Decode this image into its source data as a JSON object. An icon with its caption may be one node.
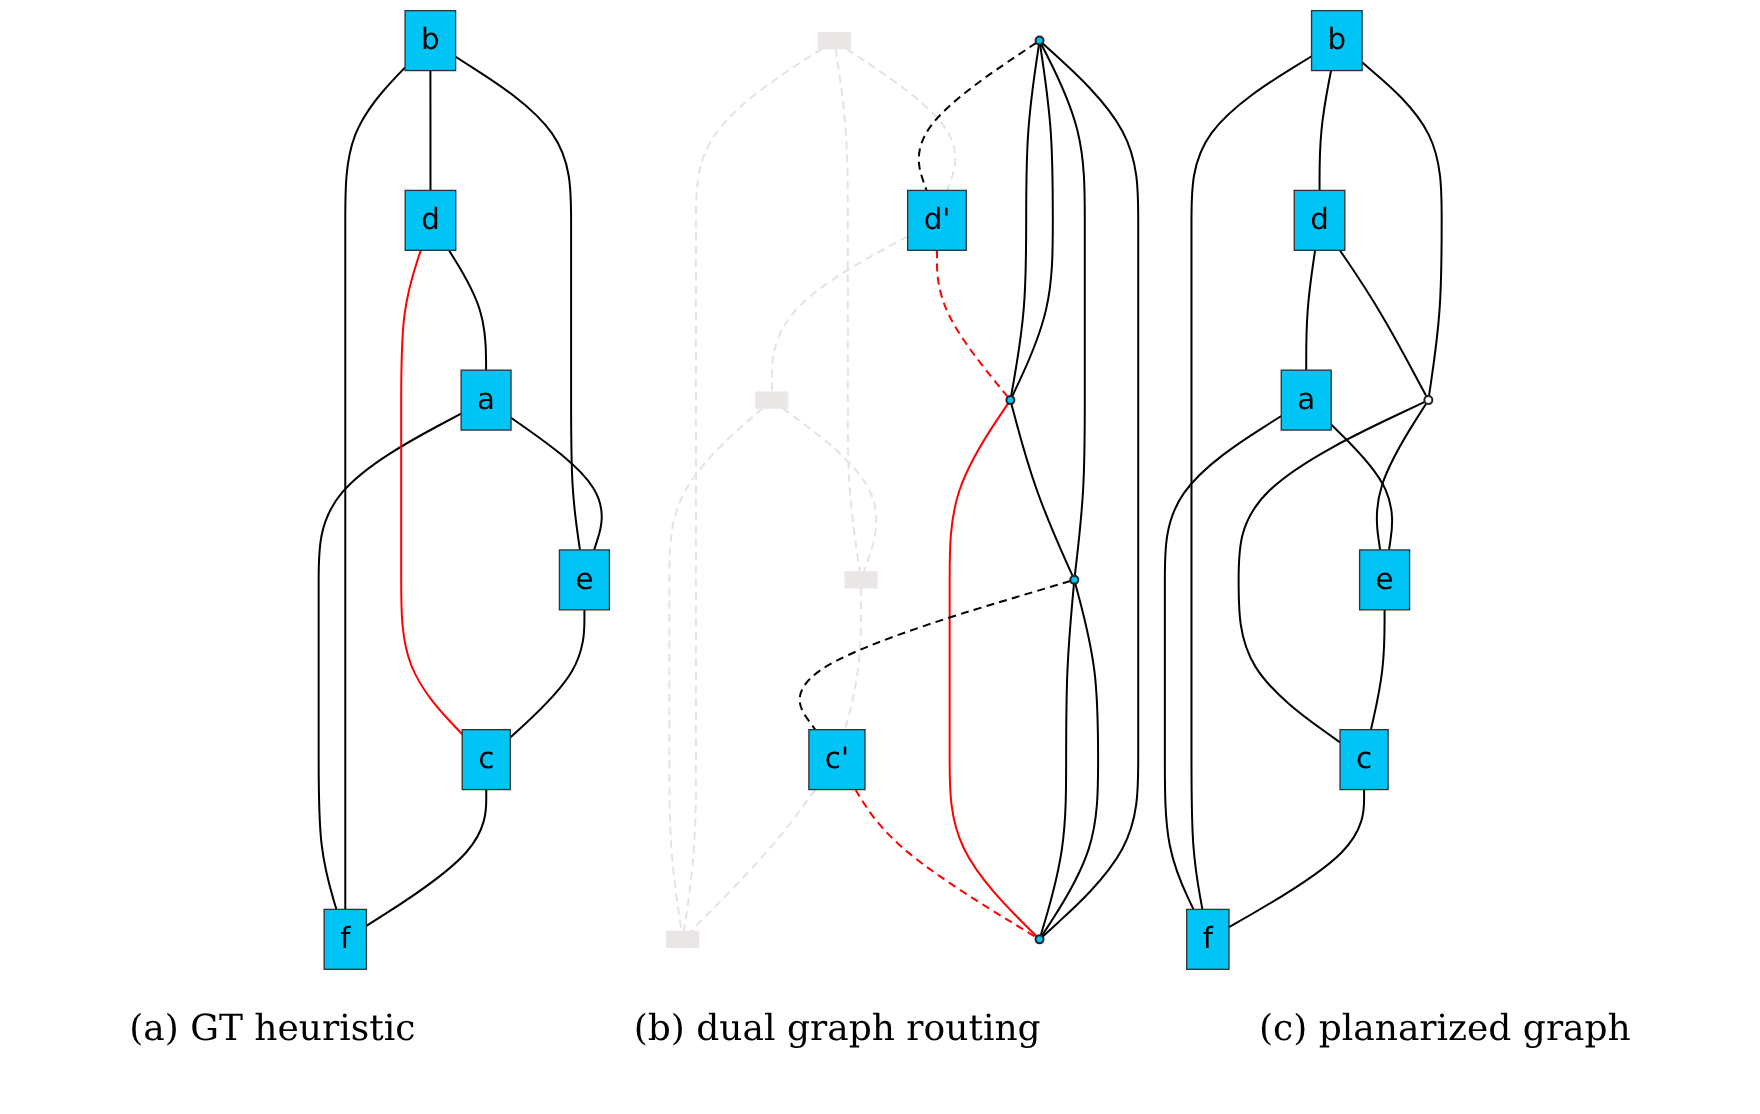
{
  "diagram": {
    "nodes": [
      {
        "text": [
          "b"
        ]
      },
      {
        "text": [
          "d"
        ]
      },
      {
        "text": [
          "a"
        ]
      },
      {
        "text": [
          "e"
        ]
      },
      {
        "text": [
          "c"
        ]
      },
      {
        "text": [
          "f"
        ]
      },
      {
        "text": [],
        "shape": "box"
      },
      {
        "text": [
          "d'"
        ]
      },
      {
        "text": [],
        "shape": "circle"
      },
      {
        "text": [],
        "shape": "circle"
      },
      {
        "text": [],
        "shape": "box"
      },
      {
        "text": [],
        "shape": "circle"
      },
      {
        "text": [],
        "shape": "box"
      },
      {
        "text": [],
        "shape": "circle"
      },
      {
        "text": [
          "c'"
        ]
      },
      {
        "text": [],
        "shape": "box"
      },
      {
        "text": [
          "b"
        ]
      },
      {
        "text": [
          "d"
        ]
      },
      {
        "text": [
          "a"
        ]
      },
      {
        "text": [],
        "shape": "circle"
      },
      {
        "text": [
          "e"
        ]
      },
      {
        "text": [
          "c"
        ]
      },
      {
        "text": [
          "f"
        ]
      }
    ],
    "edges": [
      {
        "from": 0,
        "to": 1,
        "arrow": "none"
      },
      {
        "from": 1,
        "to": 2,
        "arrow": "none"
      },
      {
        "from": 2,
        "to": 3,
        "arrow": "none"
      },
      {
        "from": 3,
        "to": 4,
        "arrow": "none"
      },
      {
        "from": 4,
        "to": 5,
        "arrow": "none"
      },
      {
        "from": 0,
        "to": 5,
        "arrow": "none"
      },
      {
        "from": 2,
        "to": 5,
        "arrow": "none"
      },
      {
        "from": 0,
        "to": 3,
        "arrow": "none"
      },
      {
        "from": 1,
        "to": 4,
        "arrow": "none",
        "color": "#ff0000"
      },
      {
        "from": 6,
        "to": 7,
        "arrow": "none",
        "style": "dashed",
        "color": "#e6e2e2"
      },
      {
        "from": 7,
        "to": 10,
        "arrow": "none",
        "style": "dashed",
        "color": "#e6e2e2"
      },
      {
        "from": 10,
        "to": 12,
        "arrow": "none",
        "style": "dashed",
        "color": "#e6e2e2"
      },
      {
        "from": 12,
        "to": 14,
        "arrow": "none",
        "style": "dashed",
        "color": "#e6e2e2"
      },
      {
        "from": 14,
        "to": 15,
        "arrow": "none",
        "style": "dashed",
        "color": "#e6e2e2"
      },
      {
        "from": 6,
        "to": 15,
        "arrow": "none",
        "style": "dashed",
        "color": "#e6e2e2"
      },
      {
        "from": 10,
        "to": 15,
        "arrow": "none",
        "style": "dashed",
        "color": "#e6e2e2"
      },
      {
        "from": 6,
        "to": 12,
        "arrow": "none",
        "style": "dashed",
        "color": "#e6e2e2"
      },
      {
        "from": 9,
        "to": 8,
        "arrow": "none"
      },
      {
        "from": 9,
        "to": 8,
        "arrow": "none"
      },
      {
        "from": 9,
        "to": 11,
        "arrow": "none"
      },
      {
        "from": 9,
        "to": 13,
        "arrow": "none"
      },
      {
        "from": 8,
        "to": 13,
        "arrow": "none"
      },
      {
        "from": 13,
        "to": 11,
        "arrow": "none"
      },
      {
        "from": 13,
        "to": 11,
        "arrow": "none"
      },
      {
        "from": 8,
        "to": 11,
        "arrow": "none",
        "color": "#ff0000"
      },
      {
        "from": 9,
        "to": 7,
        "arrow": "none",
        "style": "dashed"
      },
      {
        "from": 13,
        "to": 14,
        "arrow": "none",
        "style": "dashed"
      },
      {
        "from": 7,
        "to": 8,
        "arrow": "none",
        "style": "dashed",
        "color": "#ff0000"
      },
      {
        "from": 14,
        "to": 11,
        "arrow": "none",
        "style": "dashed",
        "color": "#ff0000"
      },
      {
        "from": 16,
        "to": 17,
        "arrow": "none"
      },
      {
        "from": 17,
        "to": 18,
        "arrow": "none"
      },
      {
        "from": 18,
        "to": 20,
        "arrow": "none"
      },
      {
        "from": 20,
        "to": 21,
        "arrow": "none"
      },
      {
        "from": 21,
        "to": 22,
        "arrow": "none"
      },
      {
        "from": 16,
        "to": 22,
        "arrow": "none"
      },
      {
        "from": 18,
        "to": 22,
        "arrow": "none"
      },
      {
        "from": 16,
        "to": 19,
        "arrow": "none"
      },
      {
        "from": 19,
        "to": 20,
        "arrow": "none"
      },
      {
        "from": 17,
        "to": 19,
        "arrow": "none"
      },
      {
        "from": 19,
        "to": 21,
        "arrow": "none"
      }
    ],
    "labels": [
      "(a) GT heuristic",
      "(b) dual graph routing",
      "(c) planarized graph"
    ]
  }
}
